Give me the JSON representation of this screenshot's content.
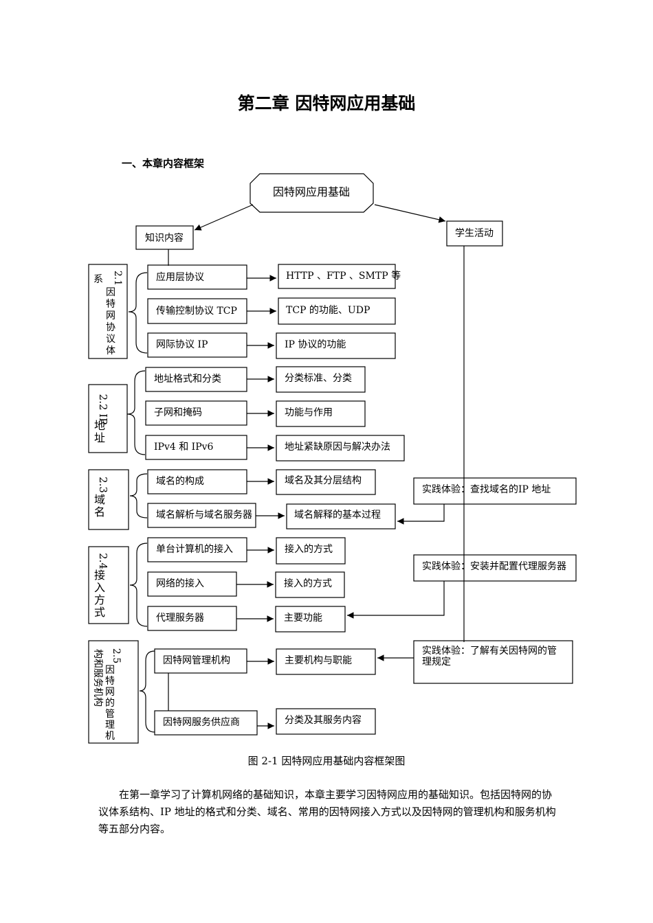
{
  "page_title": "第二章 因特网应用基础",
  "section_heading": "一、本章内容框架",
  "diagram": {
    "root": "因特网应用基础",
    "knowledge": "知识内容",
    "student": "学生活动",
    "sec1": [
      "2.1",
      "因",
      "特",
      "网",
      "协",
      "议",
      "体",
      "系"
    ],
    "sec2": [
      "2.2 IP",
      "地",
      "址"
    ],
    "sec3": [
      "2.3",
      "域",
      "名"
    ],
    "sec4": [
      "2.4",
      "接",
      "入",
      "方",
      "式"
    ],
    "sec5": [
      "2.5",
      "因",
      "特",
      "网",
      "的",
      "管",
      "理",
      "机",
      "构和服务机构"
    ],
    "items": [
      "应用层协议",
      "传输控制协议 TCP",
      "网际协议 IP",
      "地址格式和分类",
      "子网和掩码",
      "IPv4 和 IPv6",
      "域名的构成",
      "域名解析与域名服务器",
      "单台计算机的接入",
      "网络的接入",
      "代理服务器",
      "因特网管理机构",
      "因特网服务供应商"
    ],
    "details": [
      "HTTP 、FTP 、SMTP 等",
      "TCP 的功能、UDP",
      "IP 协议的功能",
      "分类标准、分类",
      "功能与作用",
      "地址紧缺原因与解决办法",
      "域名及其分层结构",
      "域名解释的基本过程",
      "接入的方式",
      "接入的方式",
      "主要功能",
      "主要机构与职能",
      "分类及其服务内容"
    ],
    "activities": [
      "实践体验：查找域名的IP 地址",
      "实践体验：安装并配置代理服务器",
      "实践体验：了解有关因特网的管",
      "理规定"
    ]
  },
  "figure_caption": "图 2-1 因特网应用基础内容框架图",
  "body_paragraph": "在第一章学习了计算机网络的基础知识，本章主要学习因特网应用的基础知识。包括因特网的协议体系结构、IP 地址的格式和分类、域名、常用的因特网接入方式以及因特网的管理机构和服务机构等五部分内容。"
}
